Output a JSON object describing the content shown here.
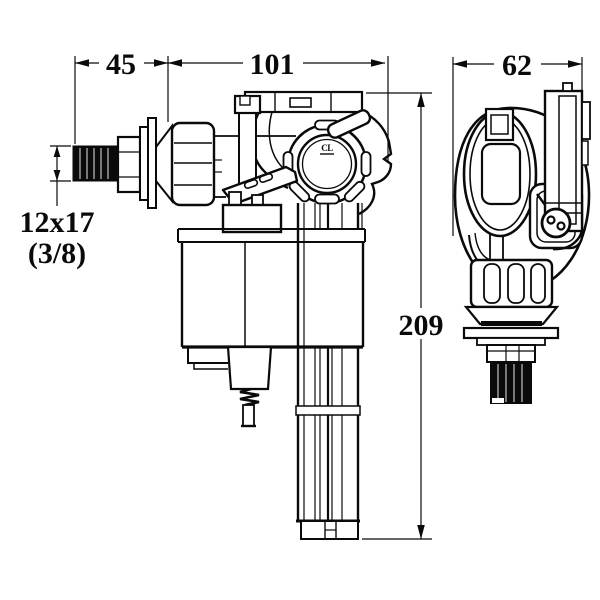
{
  "diagram": {
    "dimensions": {
      "inlet_to_flange": "45",
      "overall_width": "101",
      "side_depth": "62",
      "overall_height": "209",
      "thread_line1": "12x17",
      "thread_line2": "(3/8)"
    },
    "logo": "CL",
    "colors": {
      "line": "#0a0a0a",
      "background": "#ffffff",
      "thread_fill": "#0a0a0a"
    }
  }
}
